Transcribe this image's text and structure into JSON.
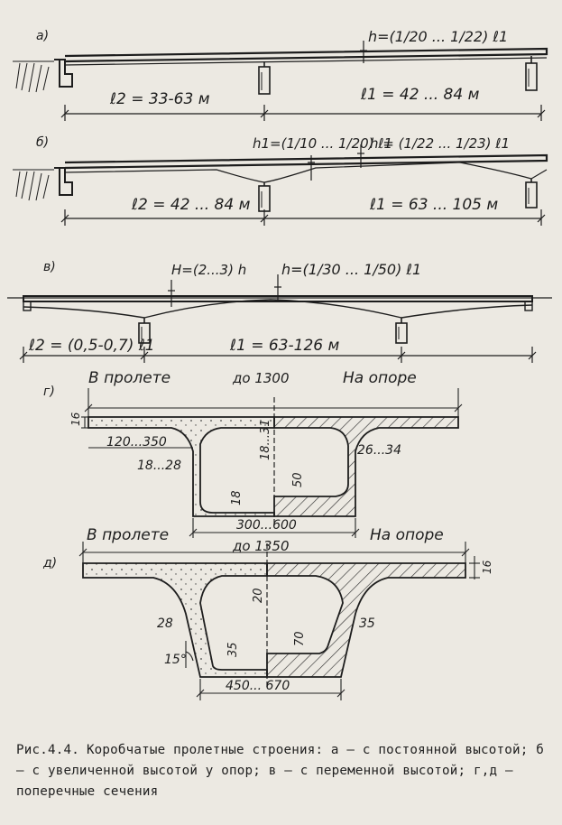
{
  "panels": {
    "a": {
      "letter": "а)",
      "height": "h=(1/20 ... 1/22) ℓ1",
      "l2": "ℓ2 = 33-63 м",
      "l1": "ℓ1 = 42 ... 84 м"
    },
    "b": {
      "letter": "б)",
      "h1": "h1=(1/10 ... 1/20) ℓ1",
      "h": "h = (1/22 ... 1/23) ℓ1",
      "l2": "ℓ2 = 42 ... 84 м",
      "l1": "ℓ1 = 63 ... 105 м"
    },
    "v": {
      "letter": "в)",
      "H": "H=(2...3) h",
      "h": "h=(1/30 ... 1/50) ℓ1",
      "l2": "ℓ2 = (0,5-0,7) ℓ1",
      "l1": "ℓ1 = 63-126 м"
    },
    "g": {
      "letter": "г)",
      "in_span": "В пролете",
      "on_support": "На опоре",
      "width": "до 1300",
      "slab": "16",
      "cantilever": "120...350",
      "wall": "18...28",
      "top_haunch": "18...31",
      "wall_support": "26...34",
      "bottom_span": "18",
      "bottom_support": "50",
      "bottom_width": "300...600"
    },
    "d": {
      "letter": "д)",
      "in_span": "В пролете",
      "on_support": "На опоре",
      "width": "до 1350",
      "slab": "16",
      "top": "20",
      "wall": "28",
      "wall_support": "35",
      "angle": "15°",
      "bottom_span": "35",
      "bottom_support": "70",
      "bottom_width": "450... 670"
    }
  },
  "caption": {
    "label": "Рис.4.4.",
    "text": "Коробчатые пролетные строения: а – с постоянной высотой; б – с увеличенной высотой у опор; в – с переменной высотой; г,д – поперечные сечения"
  }
}
